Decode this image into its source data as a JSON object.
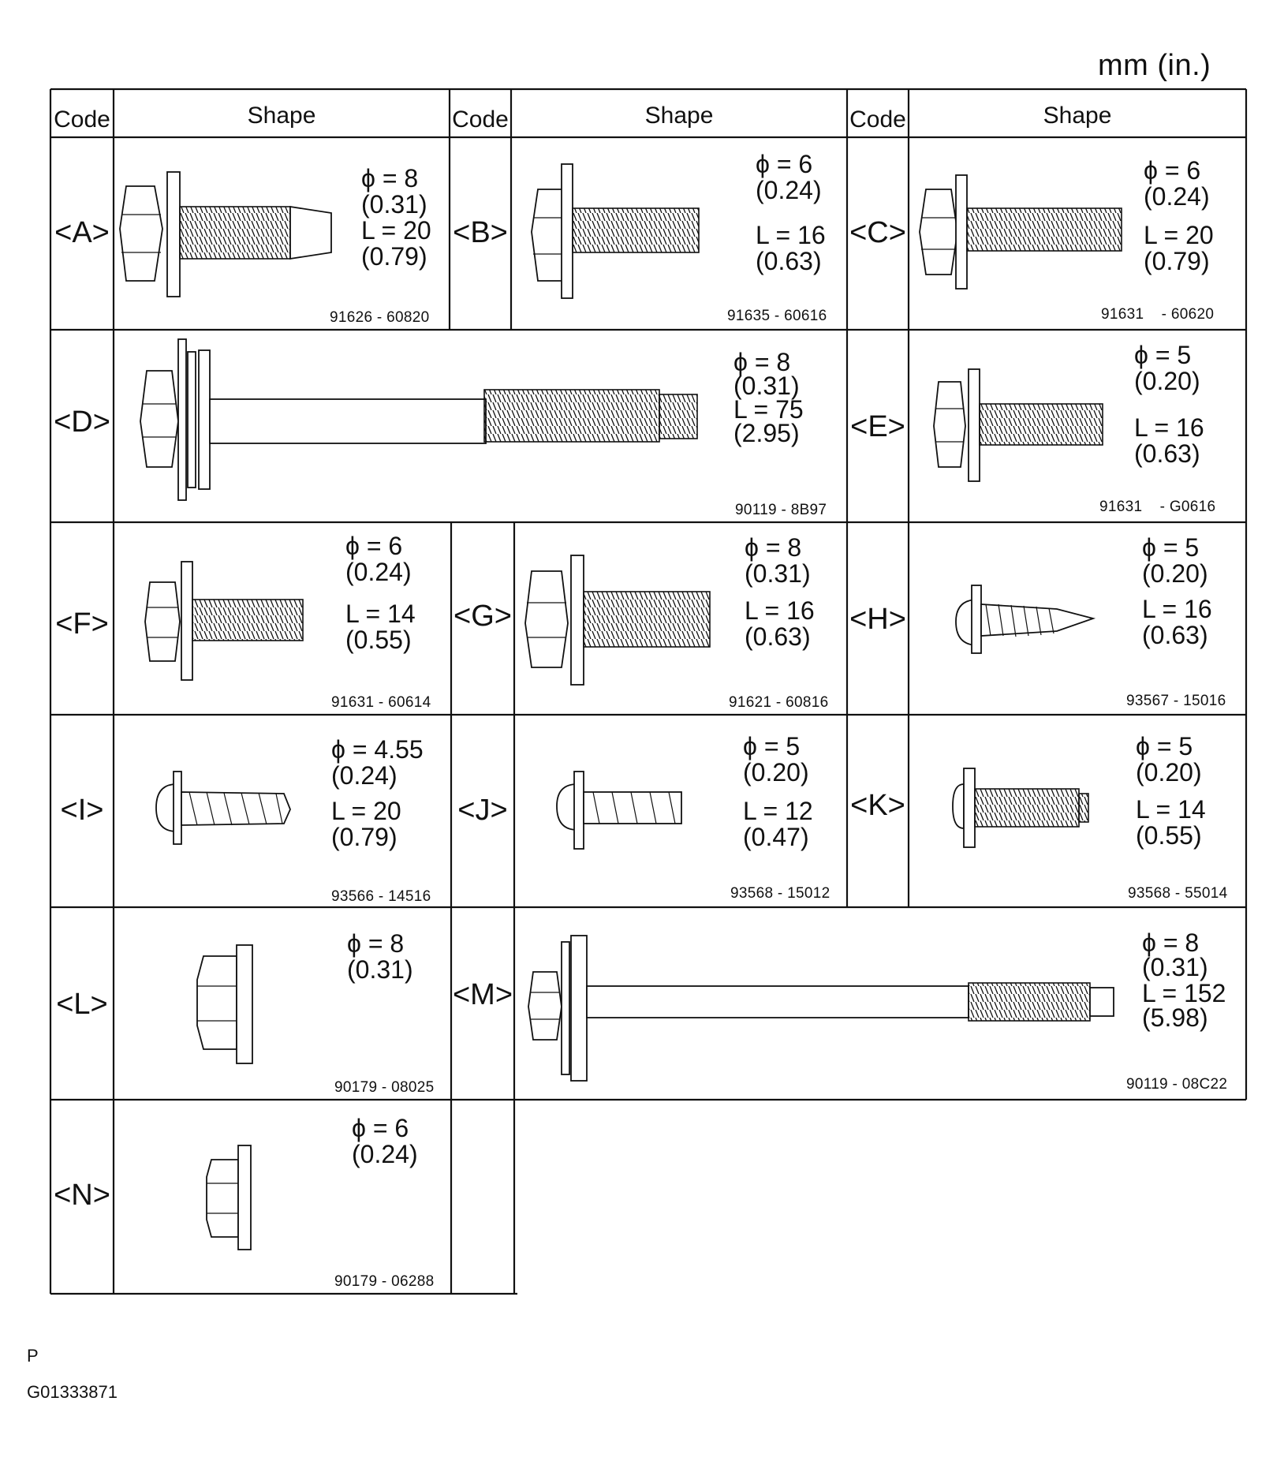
{
  "units": "mm (in.)",
  "headers": {
    "code": "Code",
    "shape": "Shape"
  },
  "parts": [
    {
      "code": "<A>",
      "dia": "ϕ = 8",
      "dia_in": "(0.31)",
      "len": "L = 20",
      "len_in": "(0.79)",
      "part_no": "91626 - 60820"
    },
    {
      "code": "<B>",
      "dia": "ϕ = 6",
      "dia_in": "(0.24)",
      "len": "L = 16",
      "len_in": "(0.63)",
      "part_no": "91635 - 60616"
    },
    {
      "code": "<C>",
      "dia": "ϕ = 6",
      "dia_in": "(0.24)",
      "len": "L = 20",
      "len_in": "(0.79)",
      "part_no": "91631    - 60620"
    },
    {
      "code": "<D>",
      "dia": "ϕ = 8",
      "dia_in": "(0.31)",
      "len": "L = 75",
      "len_in": "(2.95)",
      "part_no": "90119 - 8B97"
    },
    {
      "code": "<E>",
      "dia": "ϕ = 5",
      "dia_in": "(0.20)",
      "len": "L = 16",
      "len_in": "(0.63)",
      "part_no": "91631    - G0616"
    },
    {
      "code": "<F>",
      "dia": "ϕ = 6",
      "dia_in": "(0.24)",
      "len": "L = 14",
      "len_in": "(0.55)",
      "part_no": "91631 - 60614"
    },
    {
      "code": "<G>",
      "dia": "ϕ = 8",
      "dia_in": "(0.31)",
      "len": "L = 16",
      "len_in": "(0.63)",
      "part_no": "91621 - 60816"
    },
    {
      "code": "<H>",
      "dia": "ϕ = 5",
      "dia_in": "(0.20)",
      "len": "L = 16",
      "len_in": "(0.63)",
      "part_no": "93567 - 15016"
    },
    {
      "code": "<I>",
      "dia": "ϕ = 4.55",
      "dia_in": "(0.24)",
      "len": "L = 20",
      "len_in": "(0.79)",
      "part_no": "93566 - 14516"
    },
    {
      "code": "<J>",
      "dia": "ϕ = 5",
      "dia_in": "(0.20)",
      "len": "L = 12",
      "len_in": "(0.47)",
      "part_no": "93568 - 15012"
    },
    {
      "code": "<K>",
      "dia": "ϕ = 5",
      "dia_in": "(0.20)",
      "len": "L = 14",
      "len_in": "(0.55)",
      "part_no": "93568 - 55014"
    },
    {
      "code": "<L>",
      "dia": "ϕ = 8",
      "dia_in": "(0.31)",
      "len": "",
      "len_in": "",
      "part_no": "90179 - 08025"
    },
    {
      "code": "<M>",
      "dia": "ϕ = 8",
      "dia_in": "(0.31)",
      "len": "L = 152",
      "len_in": "(5.98)",
      "part_no": "90119 - 08C22"
    },
    {
      "code": "<N>",
      "dia": "ϕ = 6",
      "dia_in": "(0.24)",
      "len": "",
      "len_in": "",
      "part_no": "90179 - 06288"
    }
  ],
  "footer": {
    "mark": "P",
    "figure_id": "G01333871"
  }
}
